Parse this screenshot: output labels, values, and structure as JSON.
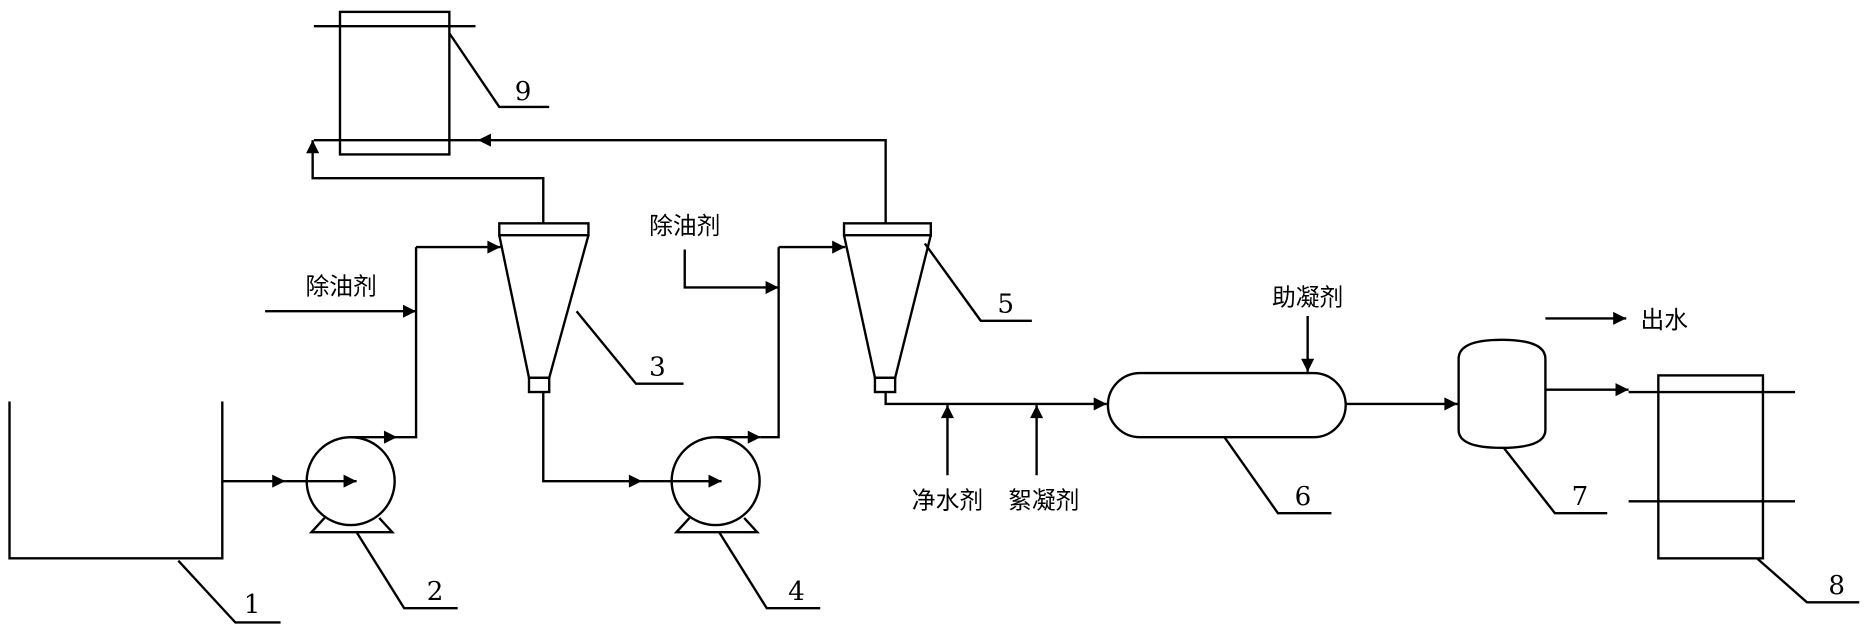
{
  "labels": {
    "tank": "1",
    "pump_a": "2",
    "cyclone_a": "3",
    "pump_b": "4",
    "cyclone_b": "5",
    "reactor": "6",
    "separator": "7",
    "filter_right": "8",
    "filter_top": "9"
  },
  "reagents": {
    "degreaser_a": "除油剂",
    "degreaser_b": "除油剂",
    "purifier": "净水剂",
    "flocculant": "絮凝剂",
    "coagulant_aid": "助凝剂"
  },
  "outlet": "出水"
}
